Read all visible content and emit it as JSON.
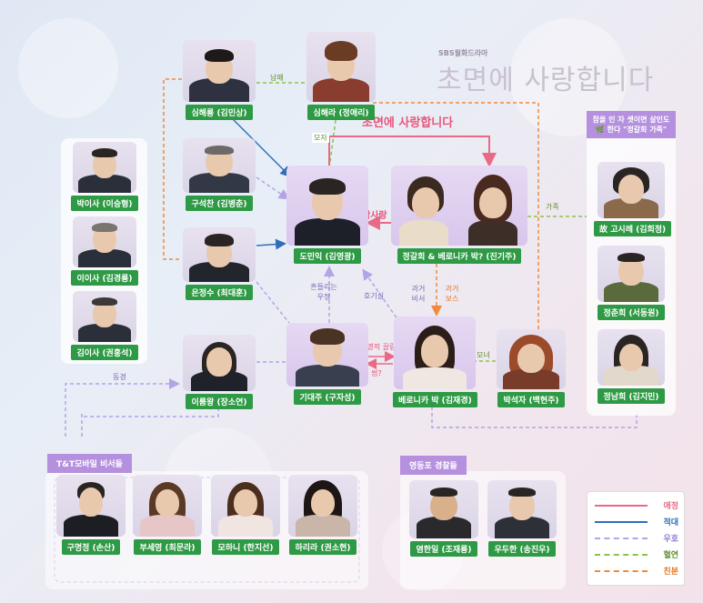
{
  "header": {
    "network": "SBS월화드라마",
    "title": "초면에 사랑합니다"
  },
  "central_relation": "초면에 사랑합니다",
  "characters": {
    "shim_haeryong": "심해룡 (김민상)",
    "shim_haera": "심해라 (정애리)",
    "gu_seokchan": "구석찬 (김병춘)",
    "eun_jeongsu": "은정수 (최대훈)",
    "do_mineok": "도민익 (김영광)",
    "jeong_gaheui": "정갈희 & 베로니카 박? (진기주)",
    "ki_daeju": "기대주 (구자성)",
    "veronica": "베로니카 박 (김재경)",
    "park_seokja": "박석자 (백현주)",
    "lee_dalmi": "이룸왕 (장소연)"
  },
  "directors_panel": {
    "members": [
      "박이사 (이승형)",
      "이이사 (김경룡)",
      "김이사 (권홍석)"
    ]
  },
  "family_panel": {
    "title": "참을 인 자 셋이면 살인도 🌿 한다 \"정갈희 가족\"",
    "members": [
      "故 고시례 (김희정)",
      "정춘희 (서동원)",
      "정남희 (김지민)"
    ]
  },
  "tt_panel": {
    "title": "T&T모바일 비서들",
    "members": [
      "구명정 (손산)",
      "부세영 (최문라)",
      "모하니 (한지선)",
      "하리라 (권소현)"
    ]
  },
  "police_panel": {
    "title": "영등포 경찰들",
    "members": [
      "염한일 (조재룡)",
      "우두한 (송진우)"
    ]
  },
  "relations": {
    "nammae": "남매",
    "moja": "모자",
    "jjaksarang": "짝사랑",
    "gajok": "가족",
    "heundeullineun_ujeong": "흔들리는 우정",
    "hogisim": "호기심",
    "gwageo_biseo": "과거 비서",
    "gwageo_boss": "과거 보스",
    "chimyeongjeok_kkeullim": "치명적 끌림",
    "sseom": "썸?",
    "monyeo": "모녀",
    "donggyeong": "동경"
  },
  "legend": [
    {
      "label": "애정",
      "color": "#e86a86",
      "style": "solid"
    },
    {
      "label": "적대",
      "color": "#2f6fb8",
      "style": "solid"
    },
    {
      "label": "우호",
      "color": "#b3a4e6",
      "style": "dashed"
    },
    {
      "label": "혈연",
      "color": "#8bc34a",
      "style": "dashed"
    },
    {
      "label": "친분",
      "color": "#f08a3c",
      "style": "dashed"
    }
  ]
}
